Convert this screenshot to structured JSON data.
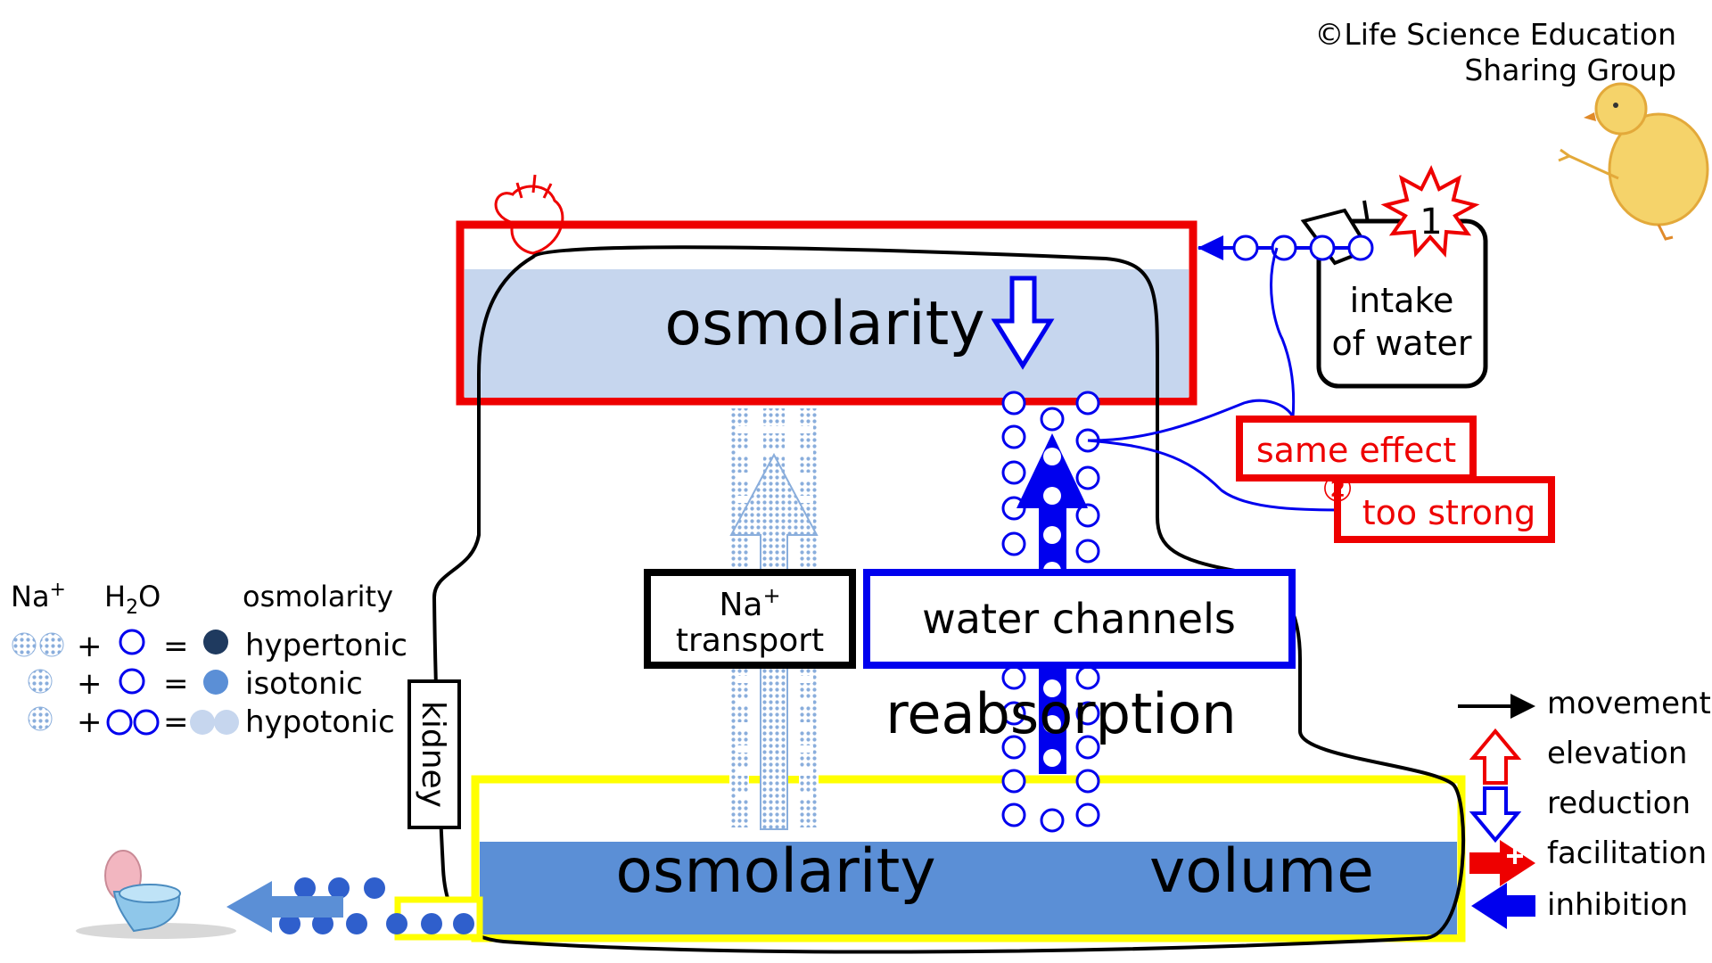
{
  "credit": {
    "line1": "©Life Science Education",
    "line2": "Sharing Group"
  },
  "top_box": {
    "label": "osmolarity"
  },
  "bottom_box": {
    "osmolarity_label": "osmolarity",
    "volume_label": "volume"
  },
  "kidney_label": "kidney",
  "na_transport": {
    "line1": "Na",
    "sup": "+",
    "line2": "transport"
  },
  "water_channels_label": "water channels",
  "reabsorption_label": "reabsorption",
  "intake": {
    "line1": "intake",
    "line2": "of water",
    "badge": "1"
  },
  "same_effect_label": "same effect",
  "too_strong": {
    "badge": "②",
    "label": "too strong"
  },
  "key": {
    "na_label": "Na",
    "na_sup": "+",
    "h2o_label": "H",
    "h2o_sub": "2",
    "h2o_tail": "O",
    "osmolarity_label": "osmolarity",
    "rows": [
      {
        "plus": "+",
        "eq": "=",
        "label": "hypertonic"
      },
      {
        "plus": "+",
        "eq": "=",
        "label": "isotonic"
      },
      {
        "plus": "+",
        "eq": "=",
        "label": "hypotonic"
      }
    ]
  },
  "legend": [
    {
      "label": "movement",
      "icon": "black-arrow-icon"
    },
    {
      "label": "elevation",
      "icon": "red-up-arrow-icon"
    },
    {
      "label": "reduction",
      "icon": "blue-down-arrow-icon"
    },
    {
      "label": "facilitation",
      "icon": "red-plus-arrow-icon"
    },
    {
      "label": "inhibition",
      "icon": "blue-left-arrow-icon"
    }
  ],
  "colors": {
    "red": "#ee0000",
    "blue": "#0000ee",
    "yellow": "#ffff00",
    "light_blue": "#c6d6ee",
    "mid_blue": "#5b8fd6",
    "dot_blue": "#8aaedc",
    "navy": "#1f3a5f"
  }
}
